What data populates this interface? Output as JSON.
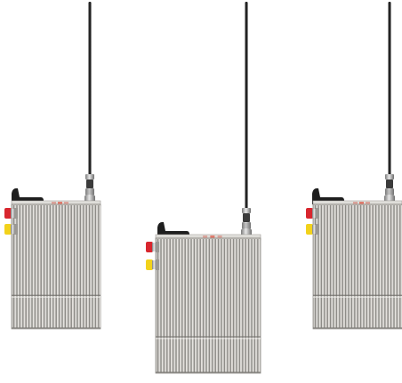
{
  "scene": {
    "background": "#ffffff",
    "devices": [
      {
        "id": "device-left",
        "connectors": [
          "red",
          "yellow"
        ],
        "colors": {
          "body": "#c9c7c3",
          "fin_dark": "#8e8c88",
          "fin_light": "#e6e4e0",
          "antenna": "#2a2a2a",
          "knob": "#1e1e1e"
        }
      },
      {
        "id": "device-center",
        "connectors": [
          "red",
          "yellow"
        ],
        "colors": {
          "body": "#c9c7c3",
          "fin_dark": "#8e8c88",
          "fin_light": "#e6e4e0",
          "antenna": "#2a2a2a",
          "knob": "#1e1e1e"
        }
      },
      {
        "id": "device-right",
        "connectors": [
          "red",
          "yellow"
        ],
        "colors": {
          "body": "#c9c7c3",
          "fin_dark": "#8e8c88",
          "fin_light": "#e6e4e0",
          "antenna": "#2a2a2a",
          "knob": "#1e1e1e"
        }
      }
    ],
    "connector_colors": {
      "red": "#d8262e",
      "yellow": "#f2d21b"
    },
    "icons": [
      "whip-antenna-icon",
      "rf-connector-icon",
      "heatsink-fins-icon",
      "knob-icon"
    ]
  }
}
